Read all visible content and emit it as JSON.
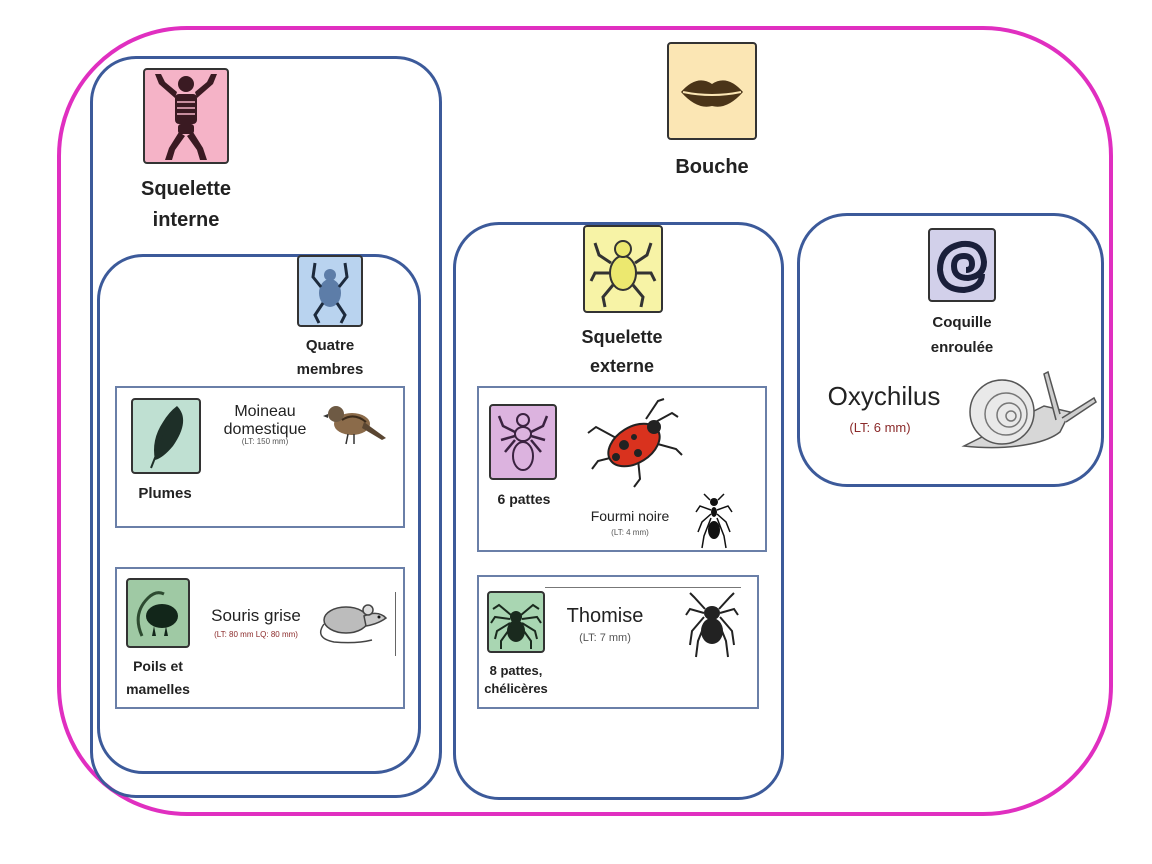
{
  "groups": {
    "bouche": {
      "label": "Bouche",
      "icon": "mouth-icon"
    },
    "squelette_interne": {
      "label_line1": "Squelette",
      "label_line2": "interne",
      "icon": "internal-skeleton-icon",
      "quatre_membres": {
        "label_line1": "Quatre",
        "label_line2": "membres",
        "icon": "four-limbs-icon",
        "plumes": {
          "label": "Plumes",
          "icon": "feather-icon",
          "species": {
            "name_line1": "Moineau",
            "name_line2": "domestique",
            "size": "(LT: 150 mm)",
            "icon": "sparrow-icon"
          }
        },
        "poils": {
          "label_line1": "Poils et",
          "label_line2": "mamelles",
          "icon": "hair-mammary-icon",
          "species": {
            "name": "Souris grise",
            "size": "(LT: 80 mm LQ: 80 mm)",
            "icon": "mouse-icon"
          }
        }
      }
    },
    "squelette_externe": {
      "label_line1": "Squelette",
      "label_line2": "externe",
      "icon": "external-skeleton-icon",
      "six_pattes": {
        "label": "6 pattes",
        "icon": "insect-icon",
        "species": {
          "name": "Fourmi noire",
          "size": "(LT: 4 mm)",
          "icons": [
            "firebug-icon",
            "ant-icon"
          ]
        }
      },
      "huit_pattes": {
        "label_line1": "8 pattes,",
        "label_line2": "chélicères",
        "icon": "arachnid-icon",
        "species": {
          "name": "Thomise",
          "size": "(LT: 7 mm)",
          "icon": "spider-icon"
        }
      }
    },
    "coquille": {
      "label_line1": "Coquille",
      "label_line2": "enroulée",
      "icon": "spiral-shell-icon",
      "species": {
        "name": "Oxychilus",
        "size": "(LT: 6 mm)",
        "icon": "snail-icon"
      }
    }
  },
  "colors": {
    "outer_border": "#e02fc0",
    "group_border": "#3c5a9a",
    "card_border": "#5f76a6",
    "skeleton_pink": "#f5b3c7",
    "mouth_yellow": "#fbe6b4",
    "limbs_blue": "#b9d3ef",
    "exo_yellow": "#f7f3a6",
    "insect_purple": "#dcb3df",
    "feather_green": "#bfe0d2",
    "shell_lavender": "#d2d0ea"
  }
}
